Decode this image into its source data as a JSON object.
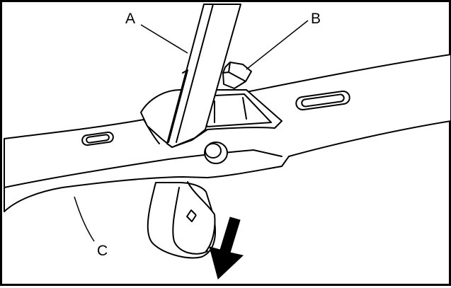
{
  "diagram": {
    "callouts": [
      {
        "id": "A",
        "label": "A"
      },
      {
        "id": "B",
        "label": "B"
      },
      {
        "id": "C",
        "label": "C"
      }
    ],
    "colors": {
      "stroke": "#000000",
      "fill": "#ffffff",
      "arrow": "#000000"
    },
    "icons": [
      "down-left-arrow-icon"
    ]
  }
}
